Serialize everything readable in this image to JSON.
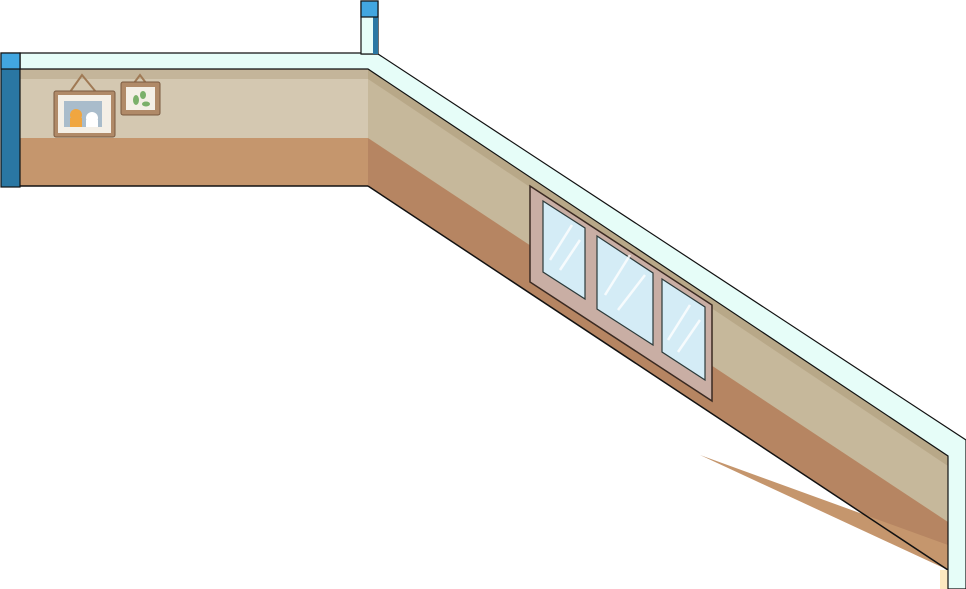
{
  "scene": {
    "type": "isometric-room-walls",
    "colors": {
      "trim": "#e6fdf8",
      "post_cap": "#42a6e0",
      "post": "#2a77a3",
      "left_wall_top_band": "#c4b59a",
      "left_wall_upper": "#d4c8b1",
      "left_wall_lower": "#c5966d",
      "right_wall_top_band": "#b8a888",
      "right_wall_upper": "#c6b89b",
      "right_wall_lower": "#b68562",
      "window_frame": "#c9aea4",
      "window_glass": "#d4ecf6",
      "picture_frame": "#b08a68",
      "floor_edge": "#fde9c0"
    },
    "items": [
      {
        "name": "cat-and-dog-picture"
      },
      {
        "name": "leaf-picture"
      },
      {
        "name": "three-pane-window"
      }
    ]
  }
}
